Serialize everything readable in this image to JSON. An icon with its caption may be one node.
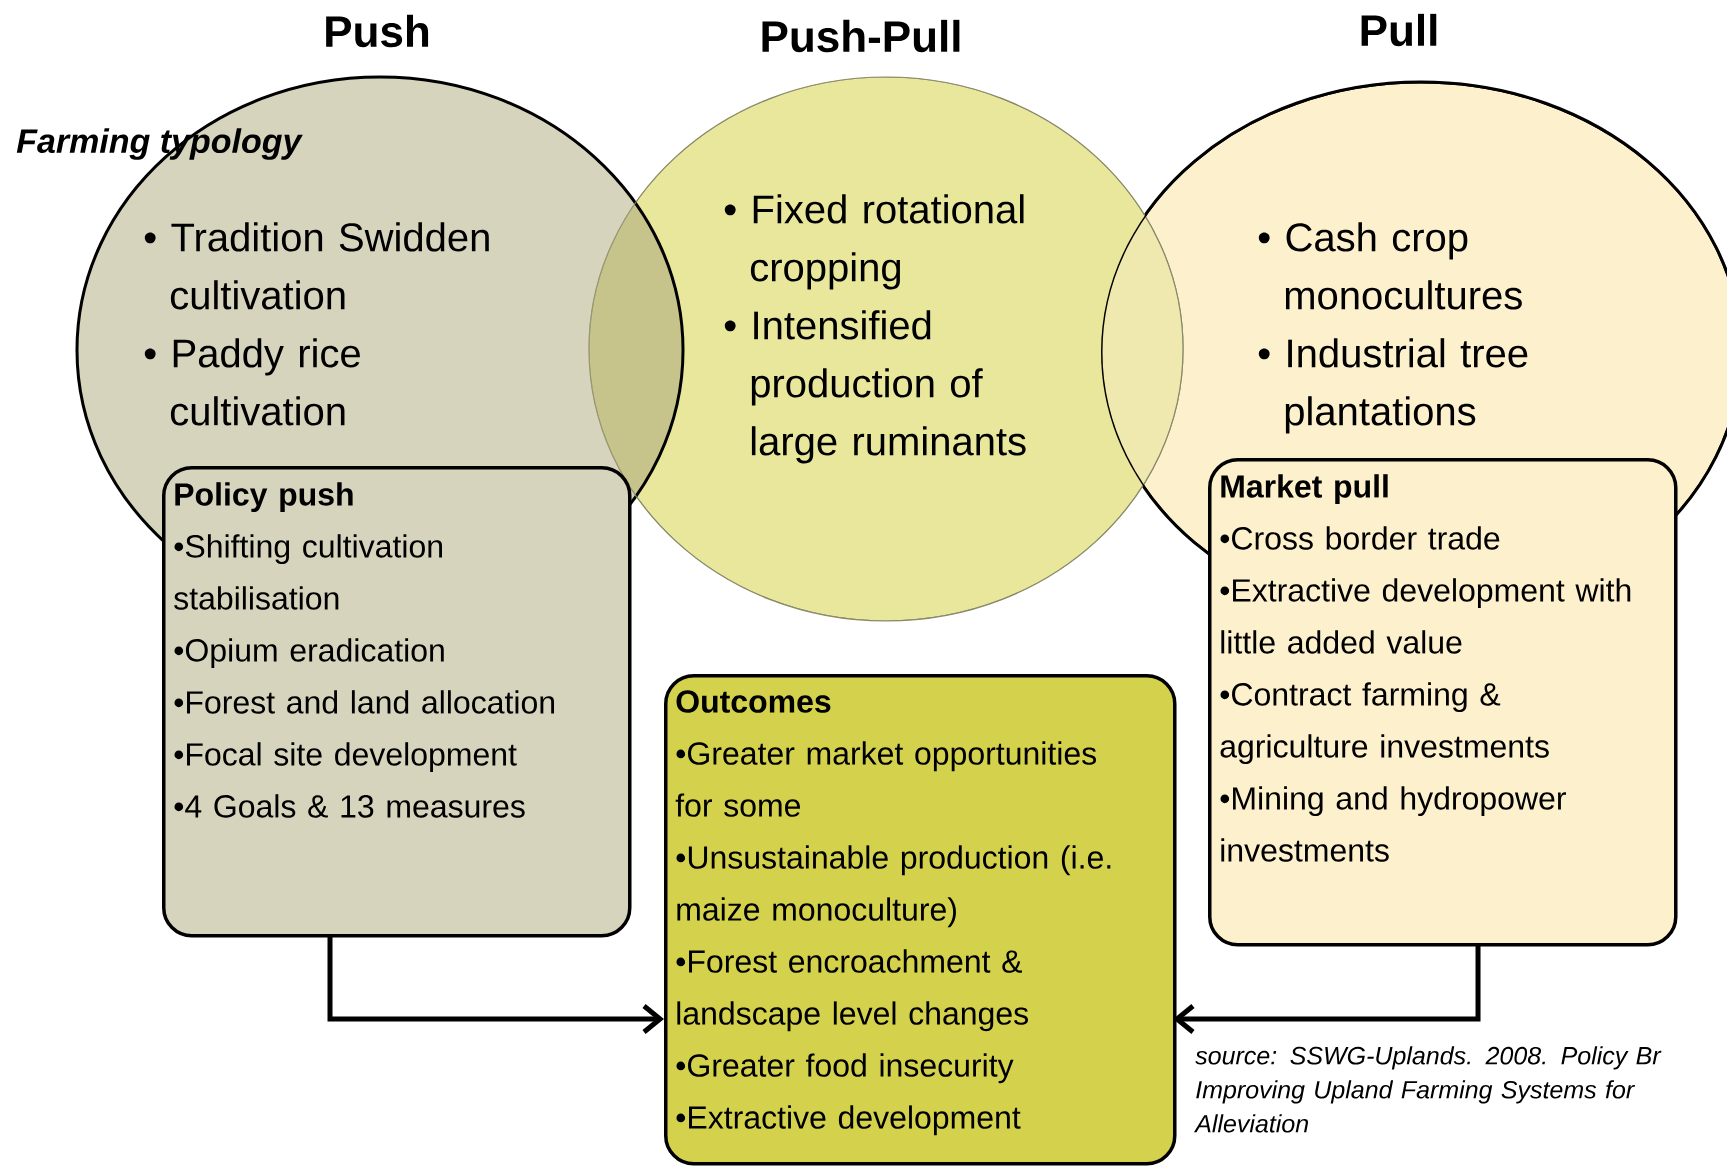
{
  "diagram": {
    "nodes": [
      {
        "text": [
          "Push",
          "• Tradition Swidden cultivation",
          "• Paddy rice cultivation"
        ]
      },
      {
        "text": [
          "Push-Pull",
          "• Fixed rotational cropping",
          "• Intensified production of large ruminants"
        ]
      },
      {
        "text": [
          "Pull",
          "• Cash crop monocultures",
          "• Industrial tree plantations"
        ]
      },
      {
        "text": [
          "Policy push",
          "•Shifting cultivation stabilisation",
          "•Opium eradication",
          "•Forest and land allocation",
          "•Focal site development",
          "•4 Goals & 13 measures"
        ]
      },
      {
        "text": [
          "Outcomes",
          "•Greater market opportunities for some",
          "•Unsustainable production (i.e. maize monoculture)",
          "•Forest encroachment & landscape level changes",
          "•Greater food insecurity",
          "•Extractive development"
        ]
      },
      {
        "text": [
          "Market pull",
          "•Cross border trade",
          "•Extractive development with little added value",
          "•Contract farming & agriculture investments",
          "•Mining and hydropower investments"
        ]
      }
    ],
    "edges": [
      {
        "from": 3,
        "to": 4,
        "arrow": "to"
      },
      {
        "from": 5,
        "to": 4,
        "arrow": "to"
      }
    ],
    "labels": [
      "Farming typology",
      "source: SSWG-Uplands. 2008. Policy Br Improving Upland Farming Systems for Alleviation"
    ]
  }
}
